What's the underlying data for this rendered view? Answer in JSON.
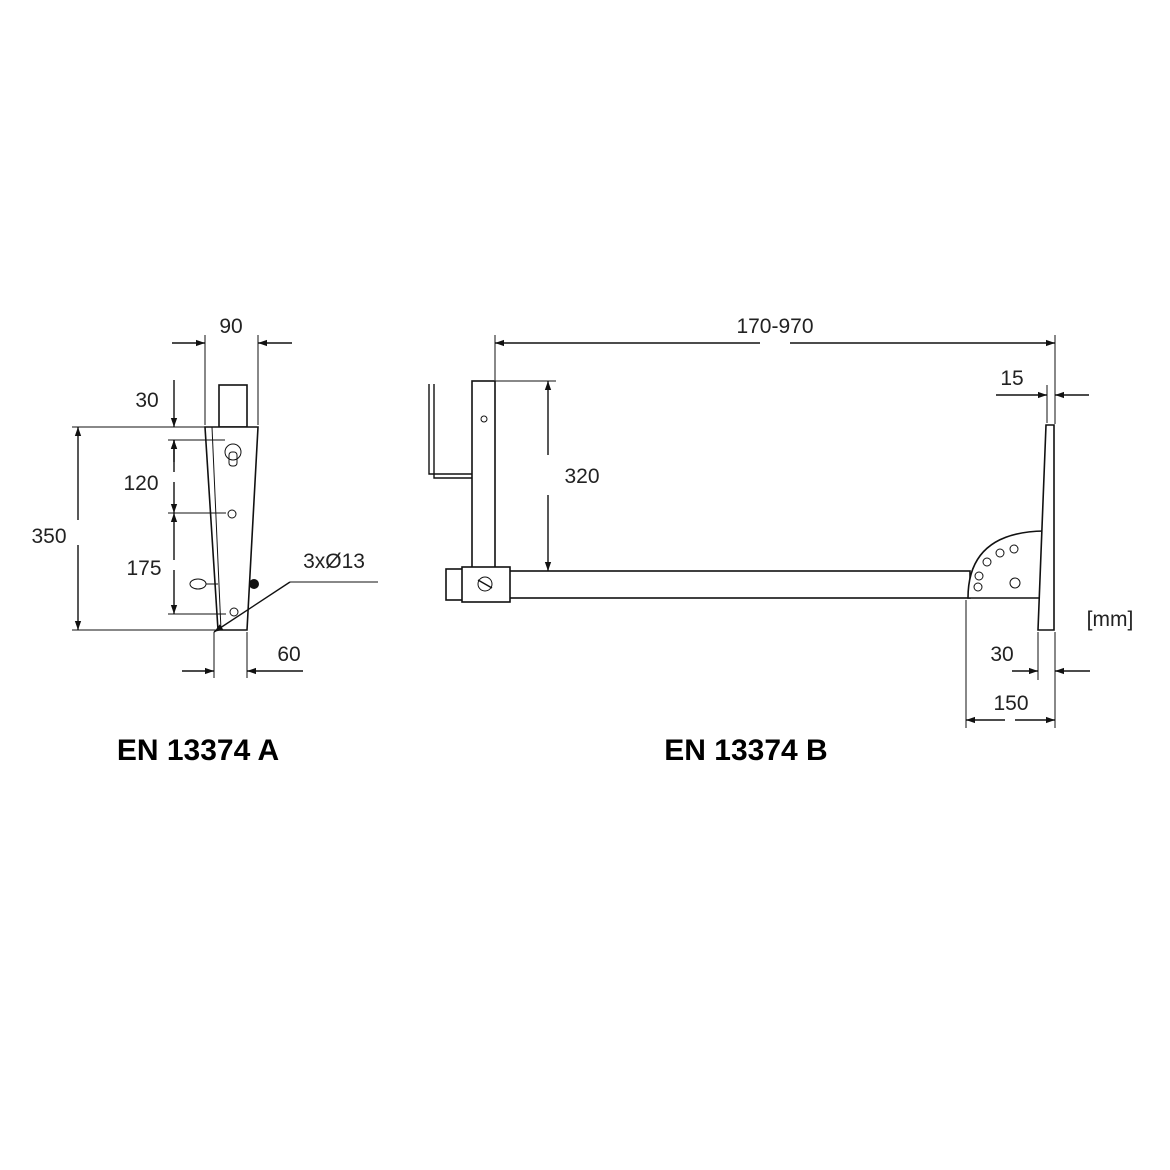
{
  "colors": {
    "line": "#111111",
    "text": "#222222",
    "background": "#ffffff"
  },
  "view_a": {
    "caption": "EN 13374 A",
    "dim_width_top": "90",
    "dim_top_offset": "30",
    "dim_hole_spacing_1": "120",
    "dim_total_height": "350",
    "dim_hole_spacing_2": "175",
    "dim_holes": "3xØ13",
    "dim_width_bottom": "60"
  },
  "view_b": {
    "caption": "EN 13374 B",
    "dim_length": "170-970",
    "dim_post_thickness": "15",
    "dim_clamp_height": "320",
    "dim_foot_thickness": "30",
    "dim_foot_width": "150",
    "unit": "[mm]"
  }
}
